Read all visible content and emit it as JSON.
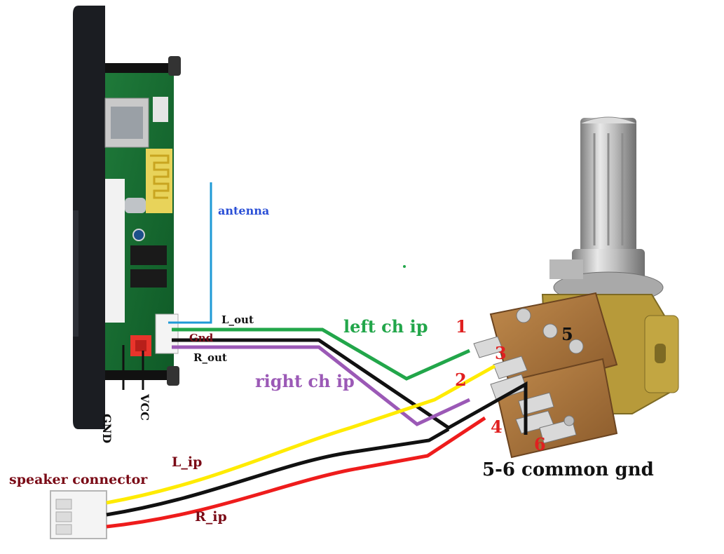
{
  "labels": {
    "antenna": "antenna",
    "l_out": "L_out",
    "gnd_pin": "Gnd",
    "r_out": "R_out",
    "gnd_bottom": "GND",
    "vcc_bottom": "VCC",
    "left_ch_ip": "left ch ip",
    "right_ch_ip": "right ch ip",
    "l_ip": "L_ip",
    "r_ip": "R_ip",
    "speaker_connector": "speaker connector",
    "common_gnd": "5-6 common gnd",
    "pin_1": "1",
    "pin_2": "2",
    "pin_3": "3",
    "pin_4": "4",
    "pin_5": "5",
    "pin_6": "6"
  },
  "colors": {
    "antenna": "#1e9ad6",
    "antenna_text": "#2a4fd6",
    "left_wire": "#22a64a",
    "right_wire": "#9b59b6",
    "gnd_wire": "#111111",
    "yellow_wire": "#ffeb00",
    "red_wire": "#ee1c1c",
    "pin_number": "#e02020",
    "dark_red_text": "#7a0a16"
  }
}
